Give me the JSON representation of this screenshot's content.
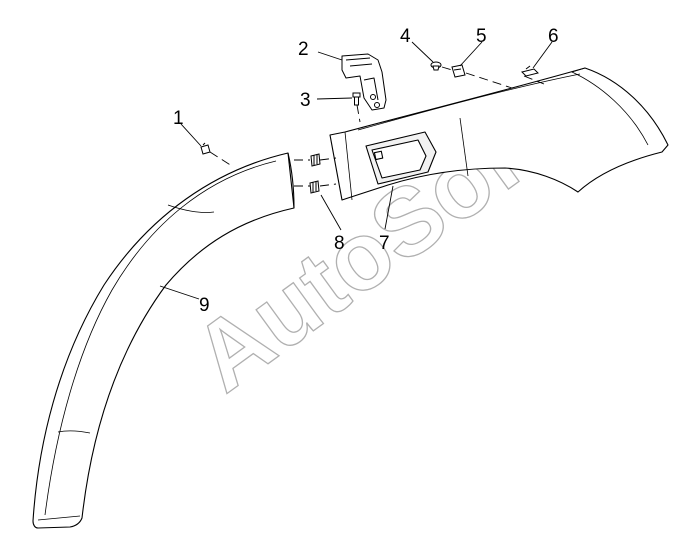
{
  "callouts": [
    "1",
    "2",
    "3",
    "4",
    "5",
    "6",
    "7",
    "8",
    "9"
  ],
  "watermark": "AutoSoft"
}
